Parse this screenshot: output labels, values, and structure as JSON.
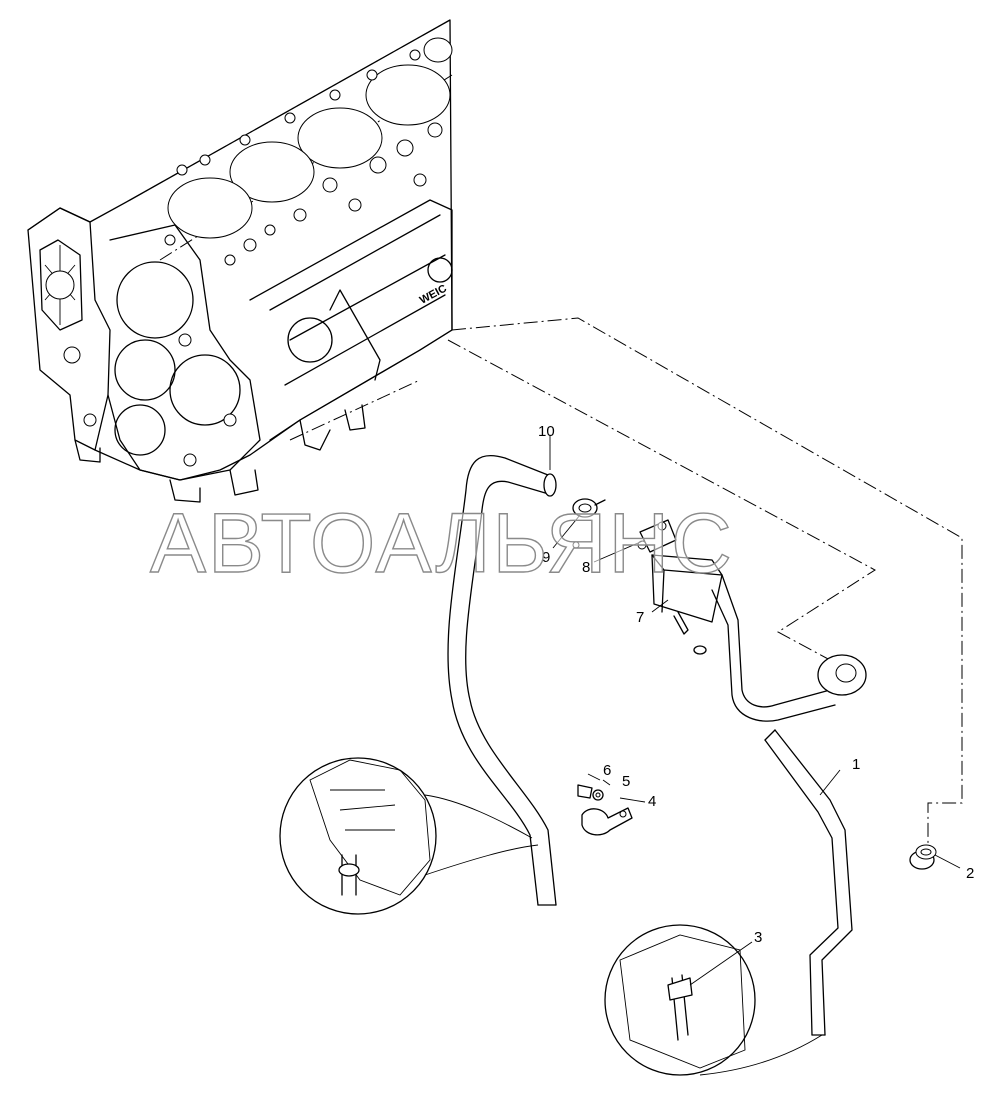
{
  "watermark": "АВТОАЛЬЯНС",
  "callouts": [
    {
      "id": "c1",
      "label": "1"
    },
    {
      "id": "c2",
      "label": "2"
    },
    {
      "id": "c3",
      "label": "3"
    },
    {
      "id": "c4",
      "label": "4"
    },
    {
      "id": "c5",
      "label": "5"
    },
    {
      "id": "c6",
      "label": "6"
    },
    {
      "id": "c7",
      "label": "7"
    },
    {
      "id": "c8",
      "label": "8"
    },
    {
      "id": "c9",
      "label": "9"
    },
    {
      "id": "c10",
      "label": "10"
    }
  ],
  "engine_marking": "WEIC",
  "colors": {
    "line": "#000000",
    "background": "#ffffff",
    "watermark_outline": "#8a8a8a"
  }
}
